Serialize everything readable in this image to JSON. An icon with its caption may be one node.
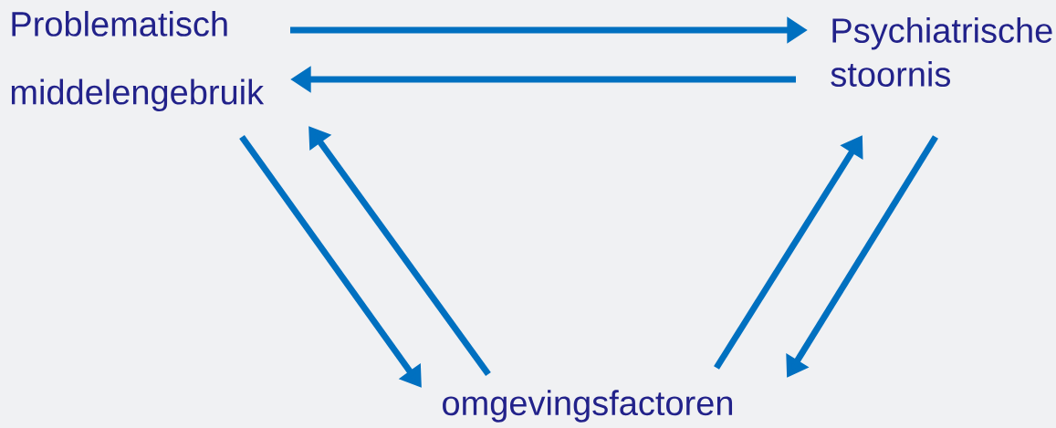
{
  "diagram": {
    "nodes": [
      {
        "text": [
          "Problematisch middelengebruik"
        ]
      },
      {
        "text": [
          "Psychiatrische stoornis"
        ]
      },
      {
        "text": [
          "omgevingsfactoren"
        ]
      }
    ],
    "edges": [
      {
        "from": 0,
        "to": 1,
        "arrow": "to"
      },
      {
        "from": 1,
        "to": 0,
        "arrow": "to"
      },
      {
        "from": 0,
        "to": 2,
        "arrow": "to"
      },
      {
        "from": 2,
        "to": 0,
        "arrow": "to"
      },
      {
        "from": 2,
        "to": 1,
        "arrow": "to"
      },
      {
        "from": 1,
        "to": 2,
        "arrow": "to"
      }
    ]
  }
}
